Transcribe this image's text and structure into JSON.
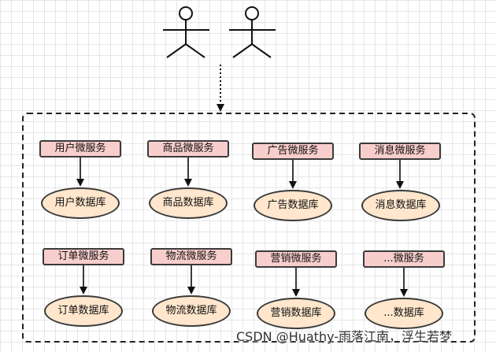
{
  "services": [
    {
      "service": "用户微服务",
      "database": "用户数据库"
    },
    {
      "service": "商品微服务",
      "database": "商品数据库"
    },
    {
      "service": "广告微服务",
      "database": "广告数据库"
    },
    {
      "service": "消息微服务",
      "database": "消息数据库"
    },
    {
      "service": "订单微服务",
      "database": "订单数据库"
    },
    {
      "service": "物流微服务",
      "database": "物流数据库"
    },
    {
      "service": "营销微服务",
      "database": "营销数据库"
    },
    {
      "service": "...微服务",
      "database": "...数据库"
    }
  ],
  "watermark": "CSDN @Huathy-雨落江南，浮生若梦",
  "colors": {
    "service_fill": "#f8cecc",
    "database_fill": "#ffe6cc",
    "stroke": "#3a3a3a"
  }
}
